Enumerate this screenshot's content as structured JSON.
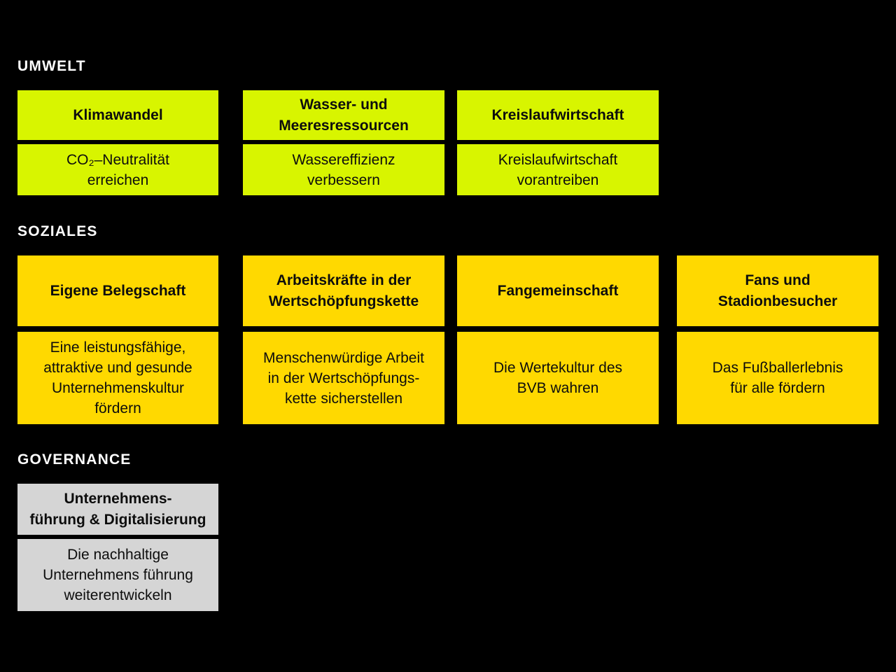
{
  "colors": {
    "background": "#000000",
    "heading_text": "#ffffff",
    "card_text": "#0d0d0d",
    "umwelt_card": "#d8f500",
    "soziales_card": "#ffd900",
    "governance_card": "#d5d5d5"
  },
  "sections": [
    {
      "id": "umwelt",
      "title": "UMWELT",
      "color": "#d8f500",
      "cards": [
        {
          "title": "Klimawandel",
          "goal": "CO₂–Neutralität\nerreichen"
        },
        {
          "title": "Wasser- und\nMeeresressourcen",
          "goal": "Wassereffizienz\nverbessern"
        },
        {
          "title": "Kreislaufwirtschaft",
          "goal": "Kreislaufwirtschaft\nvorantreiben"
        }
      ]
    },
    {
      "id": "soziales",
      "title": "SOZIALES",
      "color": "#ffd900",
      "cards": [
        {
          "title": "Eigene Belegschaft",
          "goal": "Eine leistungsfähige,\nattraktive und gesunde\nUnternehmenskultur\nfördern"
        },
        {
          "title": "Arbeitskräfte in der\nWertschöpfungskette",
          "goal": "Menschenwürdige Arbeit\nin der Wertschöpfungs-\nkette sicherstellen"
        },
        {
          "title": "Fangemeinschaft",
          "goal": "Die Wertekultur des\nBVB wahren"
        },
        {
          "title": "Fans und\nStadionbesucher",
          "goal": "Das Fußballerlebnis\nfür alle fördern"
        }
      ]
    },
    {
      "id": "governance",
      "title": "GOVERNANCE",
      "color": "#d5d5d5",
      "cards": [
        {
          "title": "Unternehmens-\nführung & Digitalisierung",
          "goal": "Die nachhaltige\nUnternehmens führung\nweiterentwickeln"
        }
      ]
    }
  ]
}
